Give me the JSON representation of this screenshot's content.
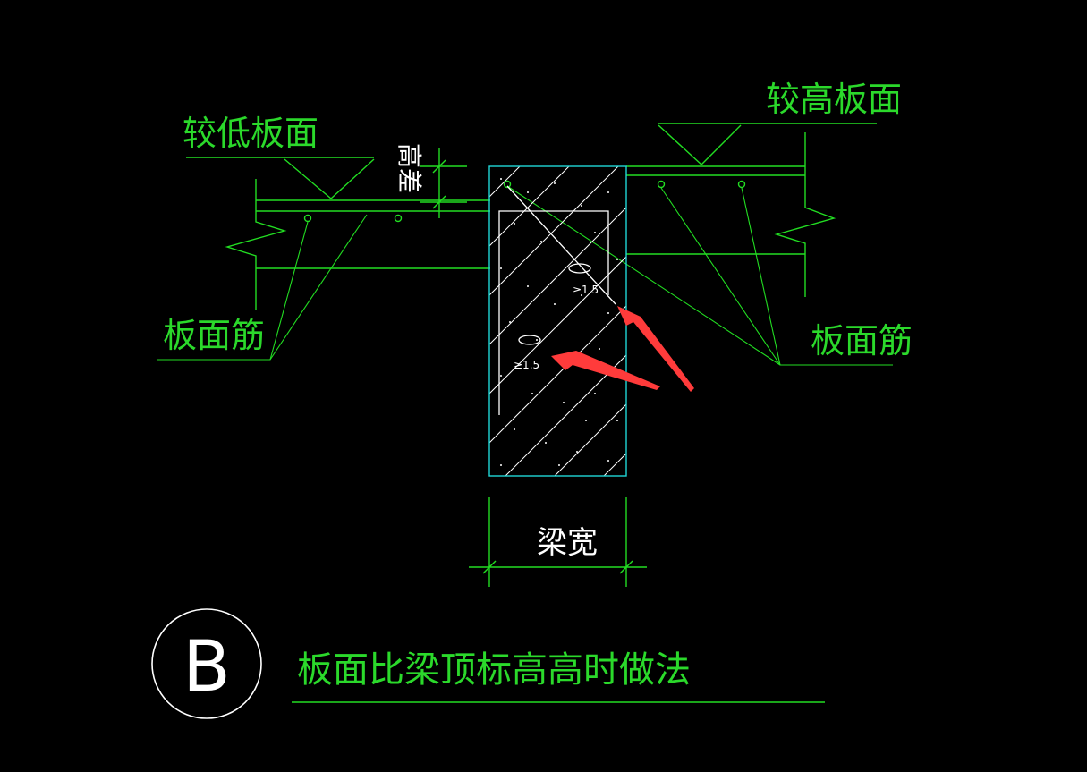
{
  "labels": {
    "lower_slab": "较低板面",
    "higher_slab": "较高板面",
    "slab_rebar_left": "板面筋",
    "slab_rebar_right": "板面筋",
    "height_diff": "高差",
    "beam_width": "梁宽",
    "title": "板面比梁顶标高高时做法",
    "detail_mark": "B",
    "dim_mark_upper": "≥1.5",
    "dim_mark_lower": "≥1.5"
  },
  "colors": {
    "background": "#000000",
    "linework": "#22dd22",
    "beam_outline": "#20d6d6",
    "hatch": "#ffffff",
    "arrow": "#ff3b3b"
  },
  "icons": {
    "detail_circle": "detail-circle-icon",
    "elevation_marker": "elevation-triangle-icon",
    "break_line": "break-line-icon"
  }
}
